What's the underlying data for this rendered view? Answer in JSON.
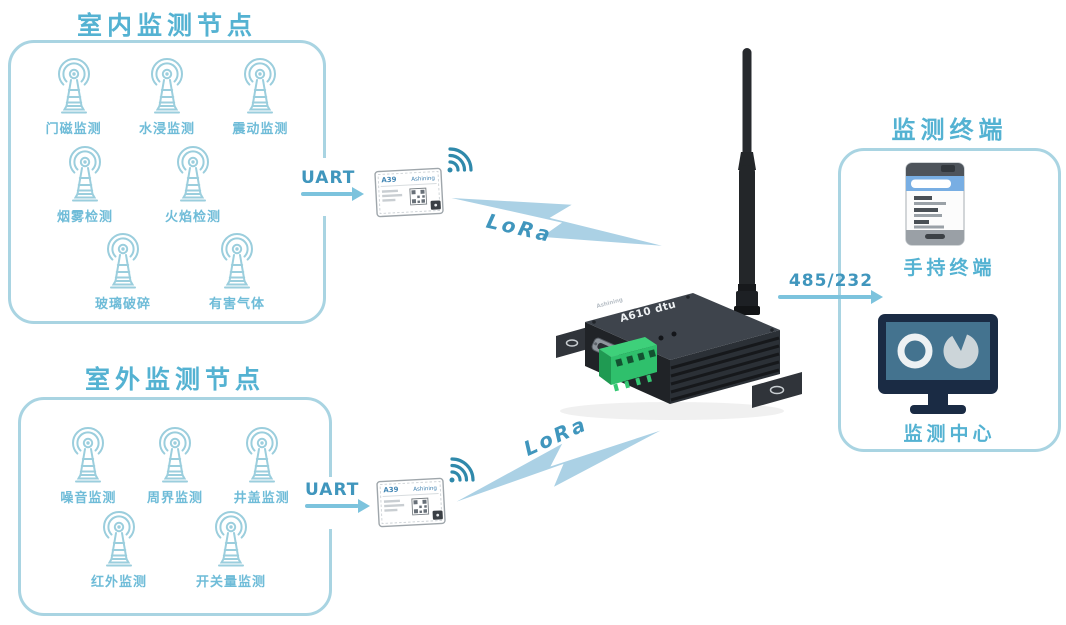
{
  "colors": {
    "accent_border": "#a9d4e2",
    "accent_text": "#54b2d2",
    "label": "#6fbcd8",
    "antenna": "#9bcedd",
    "arrow": "#7cc3dd",
    "link_text": "#4096bd",
    "bolt": "#abd1e5",
    "wifi": "#2f89ab",
    "navy": "#1a2b44",
    "screen_blue": "#44738f",
    "phone_blue": "#78aee3",
    "device_green": "#2fc06c"
  },
  "indoor": {
    "title": "室内监测节点",
    "rows": [
      [
        "门磁监测",
        "水浸监测",
        "震动监测"
      ],
      [
        "烟雾检测",
        "火焰检测"
      ],
      [
        "玻璃破碎",
        "有害气体"
      ]
    ]
  },
  "outdoor": {
    "title": "室外监测节点",
    "rows": [
      [
        "噪音监测",
        "周界监测",
        "井盖监测"
      ],
      [
        "红外监测",
        "开关量监测"
      ]
    ]
  },
  "terminal": {
    "title": "监测终端",
    "handheld_label": "手持终端",
    "center_label": "监测中心"
  },
  "links": {
    "uart_top": "UART",
    "uart_bottom": "UART",
    "lora_top": "LoRa",
    "lora_bottom": "LoRa",
    "serial": "485/232"
  },
  "modules": {
    "top": {
      "model": "A39",
      "brand": "Ashining"
    },
    "bottom": {
      "model": "A39",
      "brand": "Ashining"
    }
  },
  "gateway": {
    "model": "A610 dtu",
    "brand": "Ashining"
  }
}
